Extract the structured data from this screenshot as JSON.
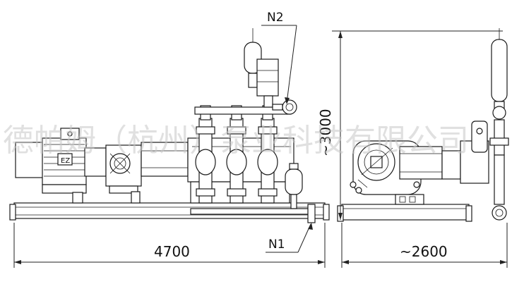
{
  "watermark": "德帕姆（杭州）泵业科技有限公司",
  "dimensions": {
    "length": "4700",
    "width": "~2600",
    "height": "~3000"
  },
  "nozzles": {
    "inlet": "N1",
    "outlet": "N2"
  },
  "motor_plate": "EZ"
}
